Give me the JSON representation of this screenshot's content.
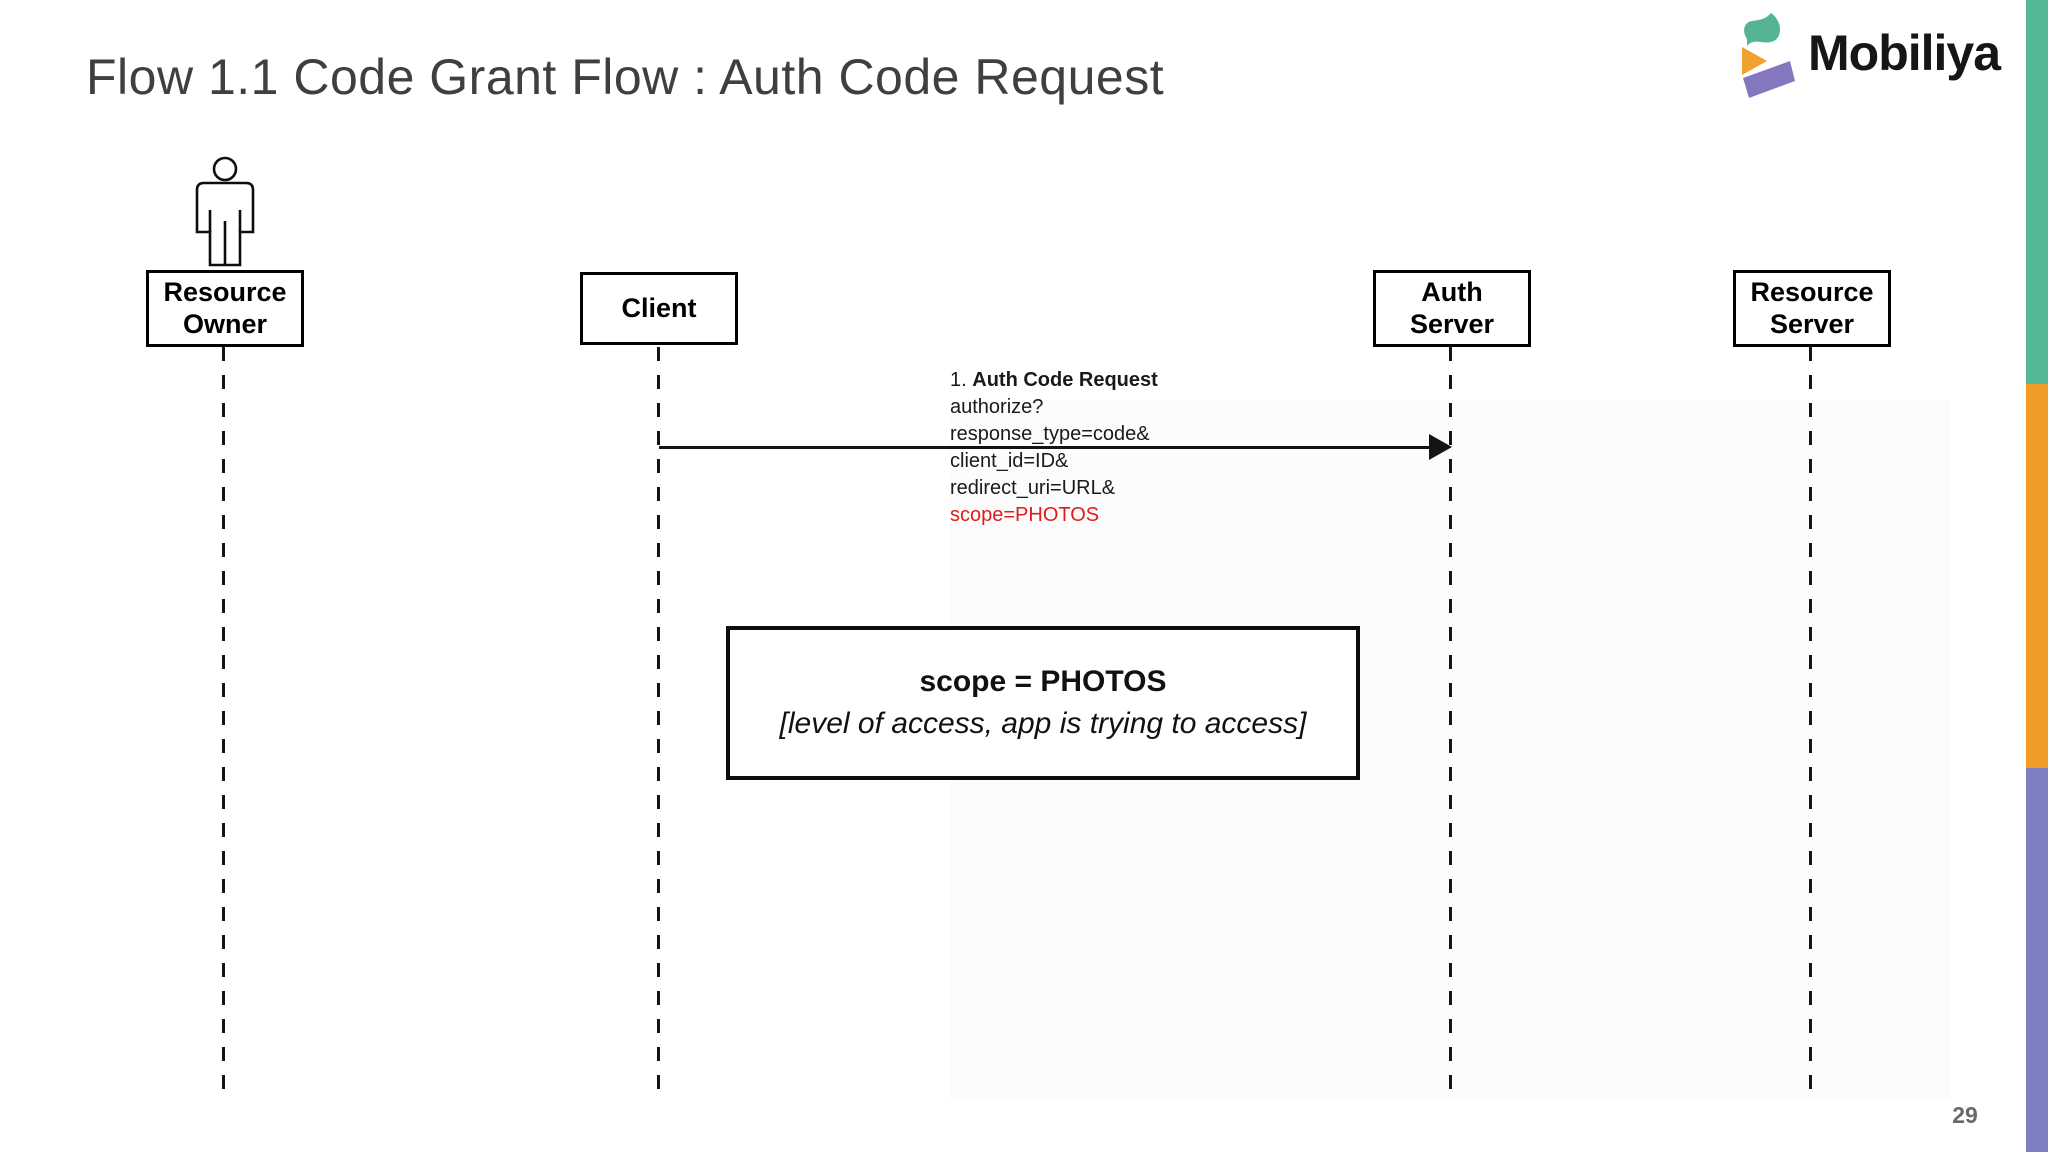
{
  "slide": {
    "title": "Flow 1.1 Code Grant Flow : Auth Code Request",
    "page_number": "29"
  },
  "logo": {
    "brand": "Mobiliya",
    "colors": {
      "teal": "#54B493",
      "orange": "#F0A12E",
      "purple": "#8577BE"
    }
  },
  "accent_bars": {
    "teal": "#56B795",
    "orange": "#F19B27",
    "purple": "#7E7FC1"
  },
  "diagram": {
    "actors": [
      {
        "id": "resource-owner",
        "label_lines": [
          "Resource",
          "Owner"
        ],
        "has_person_icon": true
      },
      {
        "id": "client",
        "label_lines": [
          "Client"
        ],
        "has_person_icon": false
      },
      {
        "id": "auth-server",
        "label_lines": [
          "Auth",
          "Server"
        ],
        "has_person_icon": false
      },
      {
        "id": "resource-server",
        "label_lines": [
          "Resource",
          "Server"
        ],
        "has_person_icon": false
      }
    ],
    "message": {
      "from": "client",
      "to": "auth-server",
      "number": "1.",
      "title": "Auth Code Request",
      "lines": [
        "authorize?",
        "response_type=code&",
        "client_id=ID&",
        "redirect_uri=URL&"
      ],
      "highlight_line": "scope=PHOTOS",
      "highlight_color": "#E21B1B"
    },
    "note": {
      "title": "scope = PHOTOS",
      "subtitle": "[level of access, app is trying to access]"
    }
  }
}
